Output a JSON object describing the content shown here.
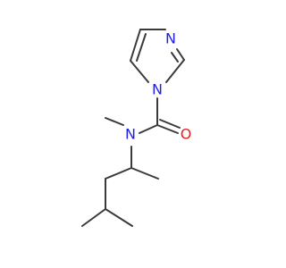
{
  "molecule": {
    "atoms": [
      {
        "id": "N1",
        "label": "N",
        "color": "#1f1fe6"
      },
      {
        "id": "N3",
        "label": "N",
        "color": "#1f1fe6"
      },
      {
        "id": "O",
        "label": "O",
        "color": "#e62020"
      },
      {
        "id": "Namide",
        "label": "N",
        "color": "#1f1fe6"
      }
    ],
    "bond_color": "#3a3a3a"
  }
}
